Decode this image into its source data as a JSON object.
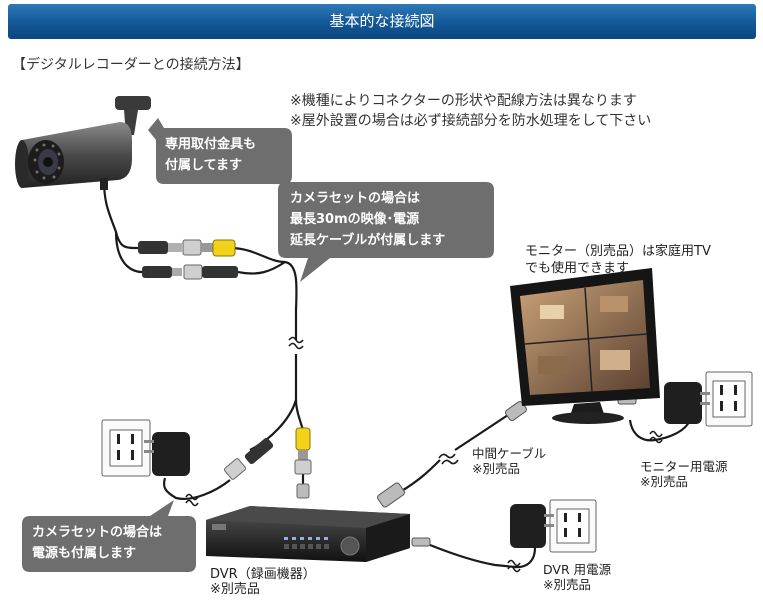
{
  "header": {
    "title": "基本的な接続図"
  },
  "subtitle": "【デジタルレコーダーとの接続方法】",
  "notes": [
    "※機種によりコネクターの形状や配線方法は異なります",
    "※屋外設置の場合は必ず接続部分を防水処理をして下さい"
  ],
  "callouts": {
    "bracket": [
      "専用取付金具も",
      "付属してます"
    ],
    "cable": [
      "カメラセットの場合は",
      "最長30mの映像･電源",
      "延長ケーブルが付属します"
    ],
    "power": [
      "カメラセットの場合は",
      "電源も付属します"
    ]
  },
  "labels": {
    "monitor_note": [
      "モニター（別売品）は家庭用TV",
      "でも使用できます"
    ],
    "mid_cable": [
      "中間ケーブル",
      "※別売品"
    ],
    "monitor_power": [
      "モニター用電源",
      "※別売品"
    ],
    "dvr": [
      "DVR（録画機器）",
      "※別売品"
    ],
    "dvr_power": [
      "DVR 用電源",
      "※別売品"
    ]
  },
  "colors": {
    "header": "#145a9a",
    "callout": "#6e6e6e",
    "connector_yellow": "#f2d21a"
  }
}
